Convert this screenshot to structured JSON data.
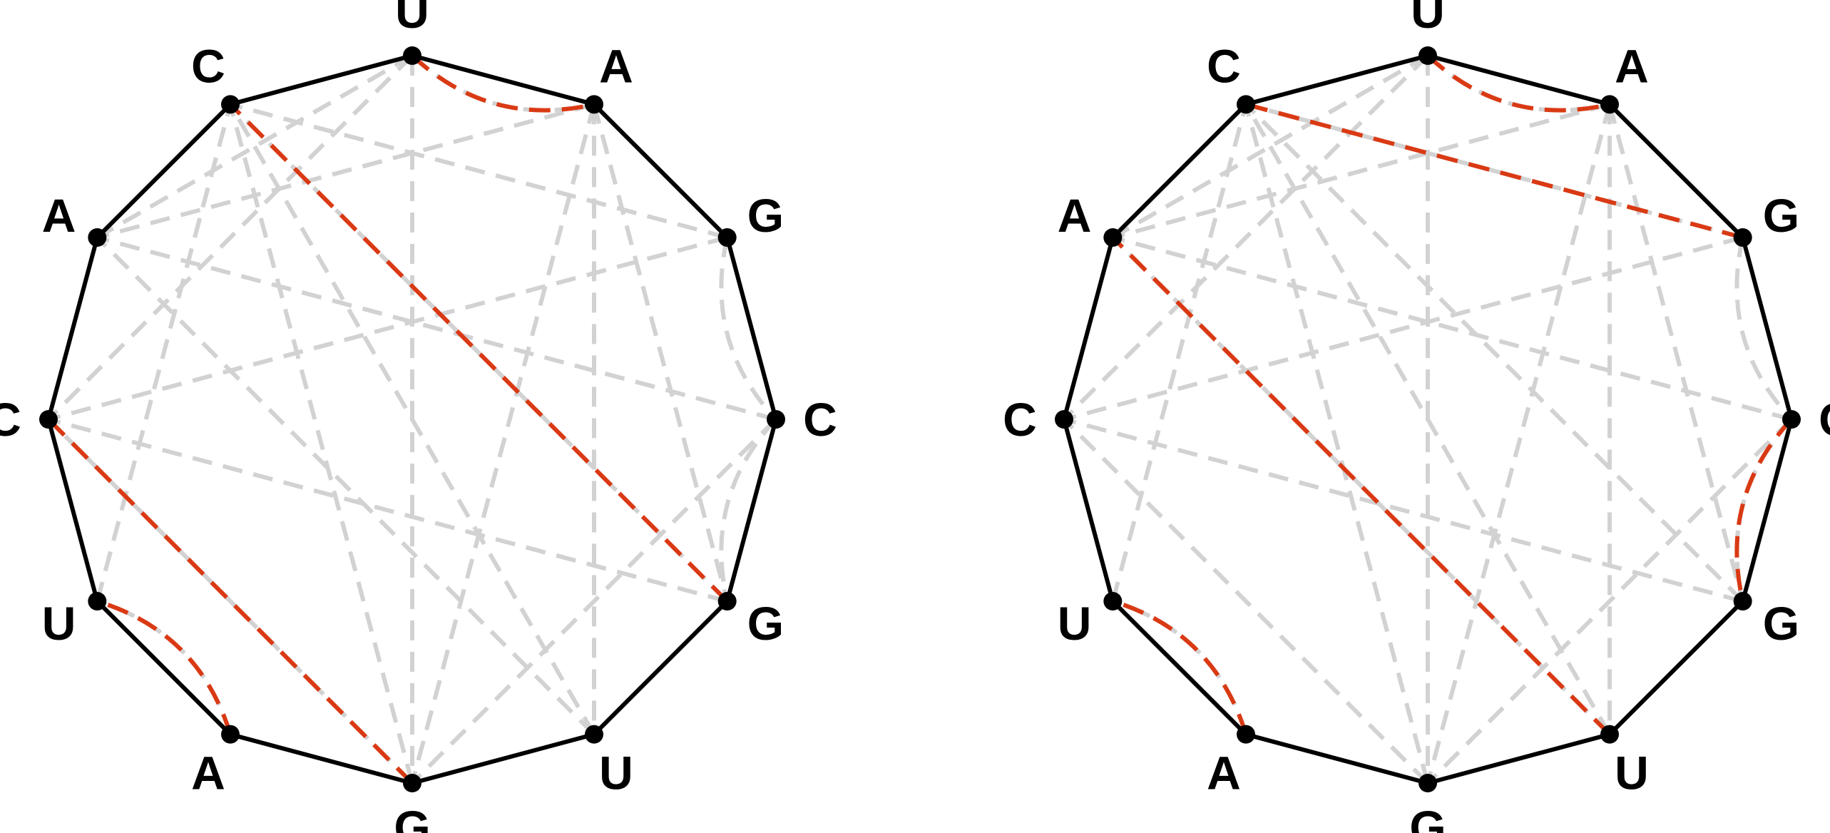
{
  "colors": {
    "backbone": "#000000",
    "candidate_pair": "#d2d2d2",
    "selected_pair": "#d93a14",
    "node": "#000000"
  },
  "diagrams": [
    {
      "id": "left",
      "sequence": [
        "U",
        "A",
        "G",
        "C",
        "G",
        "U",
        "G",
        "A",
        "U",
        "C",
        "A",
        "C"
      ],
      "selected_pairs": [
        [
          0,
          1
        ],
        [
          4,
          11
        ],
        [
          6,
          9
        ],
        [
          7,
          8
        ]
      ]
    },
    {
      "id": "right",
      "sequence": [
        "U",
        "A",
        "G",
        "C",
        "G",
        "U",
        "G",
        "A",
        "U",
        "C",
        "A",
        "C"
      ],
      "selected_pairs": [
        [
          0,
          1
        ],
        [
          2,
          11
        ],
        [
          3,
          4
        ],
        [
          5,
          10
        ],
        [
          7,
          8
        ]
      ]
    }
  ],
  "candidate_pairs": [
    [
      0,
      1
    ],
    [
      0,
      6
    ],
    [
      0,
      9
    ],
    [
      0,
      10
    ],
    [
      1,
      4
    ],
    [
      1,
      5
    ],
    [
      1,
      10
    ],
    [
      1,
      6
    ],
    [
      2,
      3
    ],
    [
      2,
      11
    ],
    [
      2,
      9
    ],
    [
      3,
      4
    ],
    [
      3,
      6
    ],
    [
      3,
      10
    ],
    [
      4,
      11
    ],
    [
      4,
      9
    ],
    [
      5,
      10
    ],
    [
      5,
      11
    ],
    [
      6,
      9
    ],
    [
      6,
      11
    ],
    [
      7,
      8
    ],
    [
      8,
      11
    ]
  ]
}
